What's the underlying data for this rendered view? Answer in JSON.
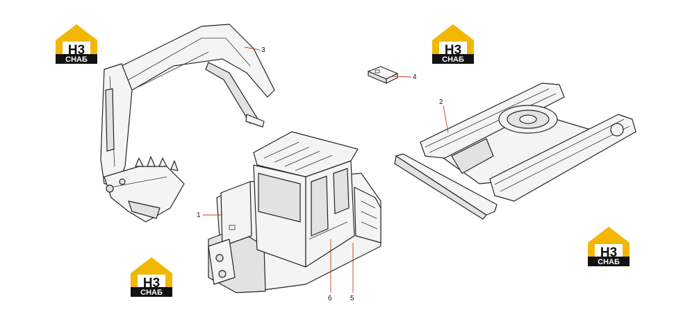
{
  "callouts": [
    {
      "id": "1",
      "label": "1"
    },
    {
      "id": "2",
      "label": "2"
    },
    {
      "id": "3",
      "label": "3"
    },
    {
      "id": "4",
      "label": "4"
    },
    {
      "id": "5",
      "label": "5"
    },
    {
      "id": "6",
      "label": "6"
    }
  ],
  "watermark": {
    "mark": "H3",
    "text": "СНАБ",
    "colors": {
      "roof": "#f2b705",
      "badge": "#111111",
      "text": "#ffffff"
    }
  },
  "colors": {
    "line": "#222222",
    "leader": "#c0392b",
    "fill": "#f4f4f4"
  }
}
